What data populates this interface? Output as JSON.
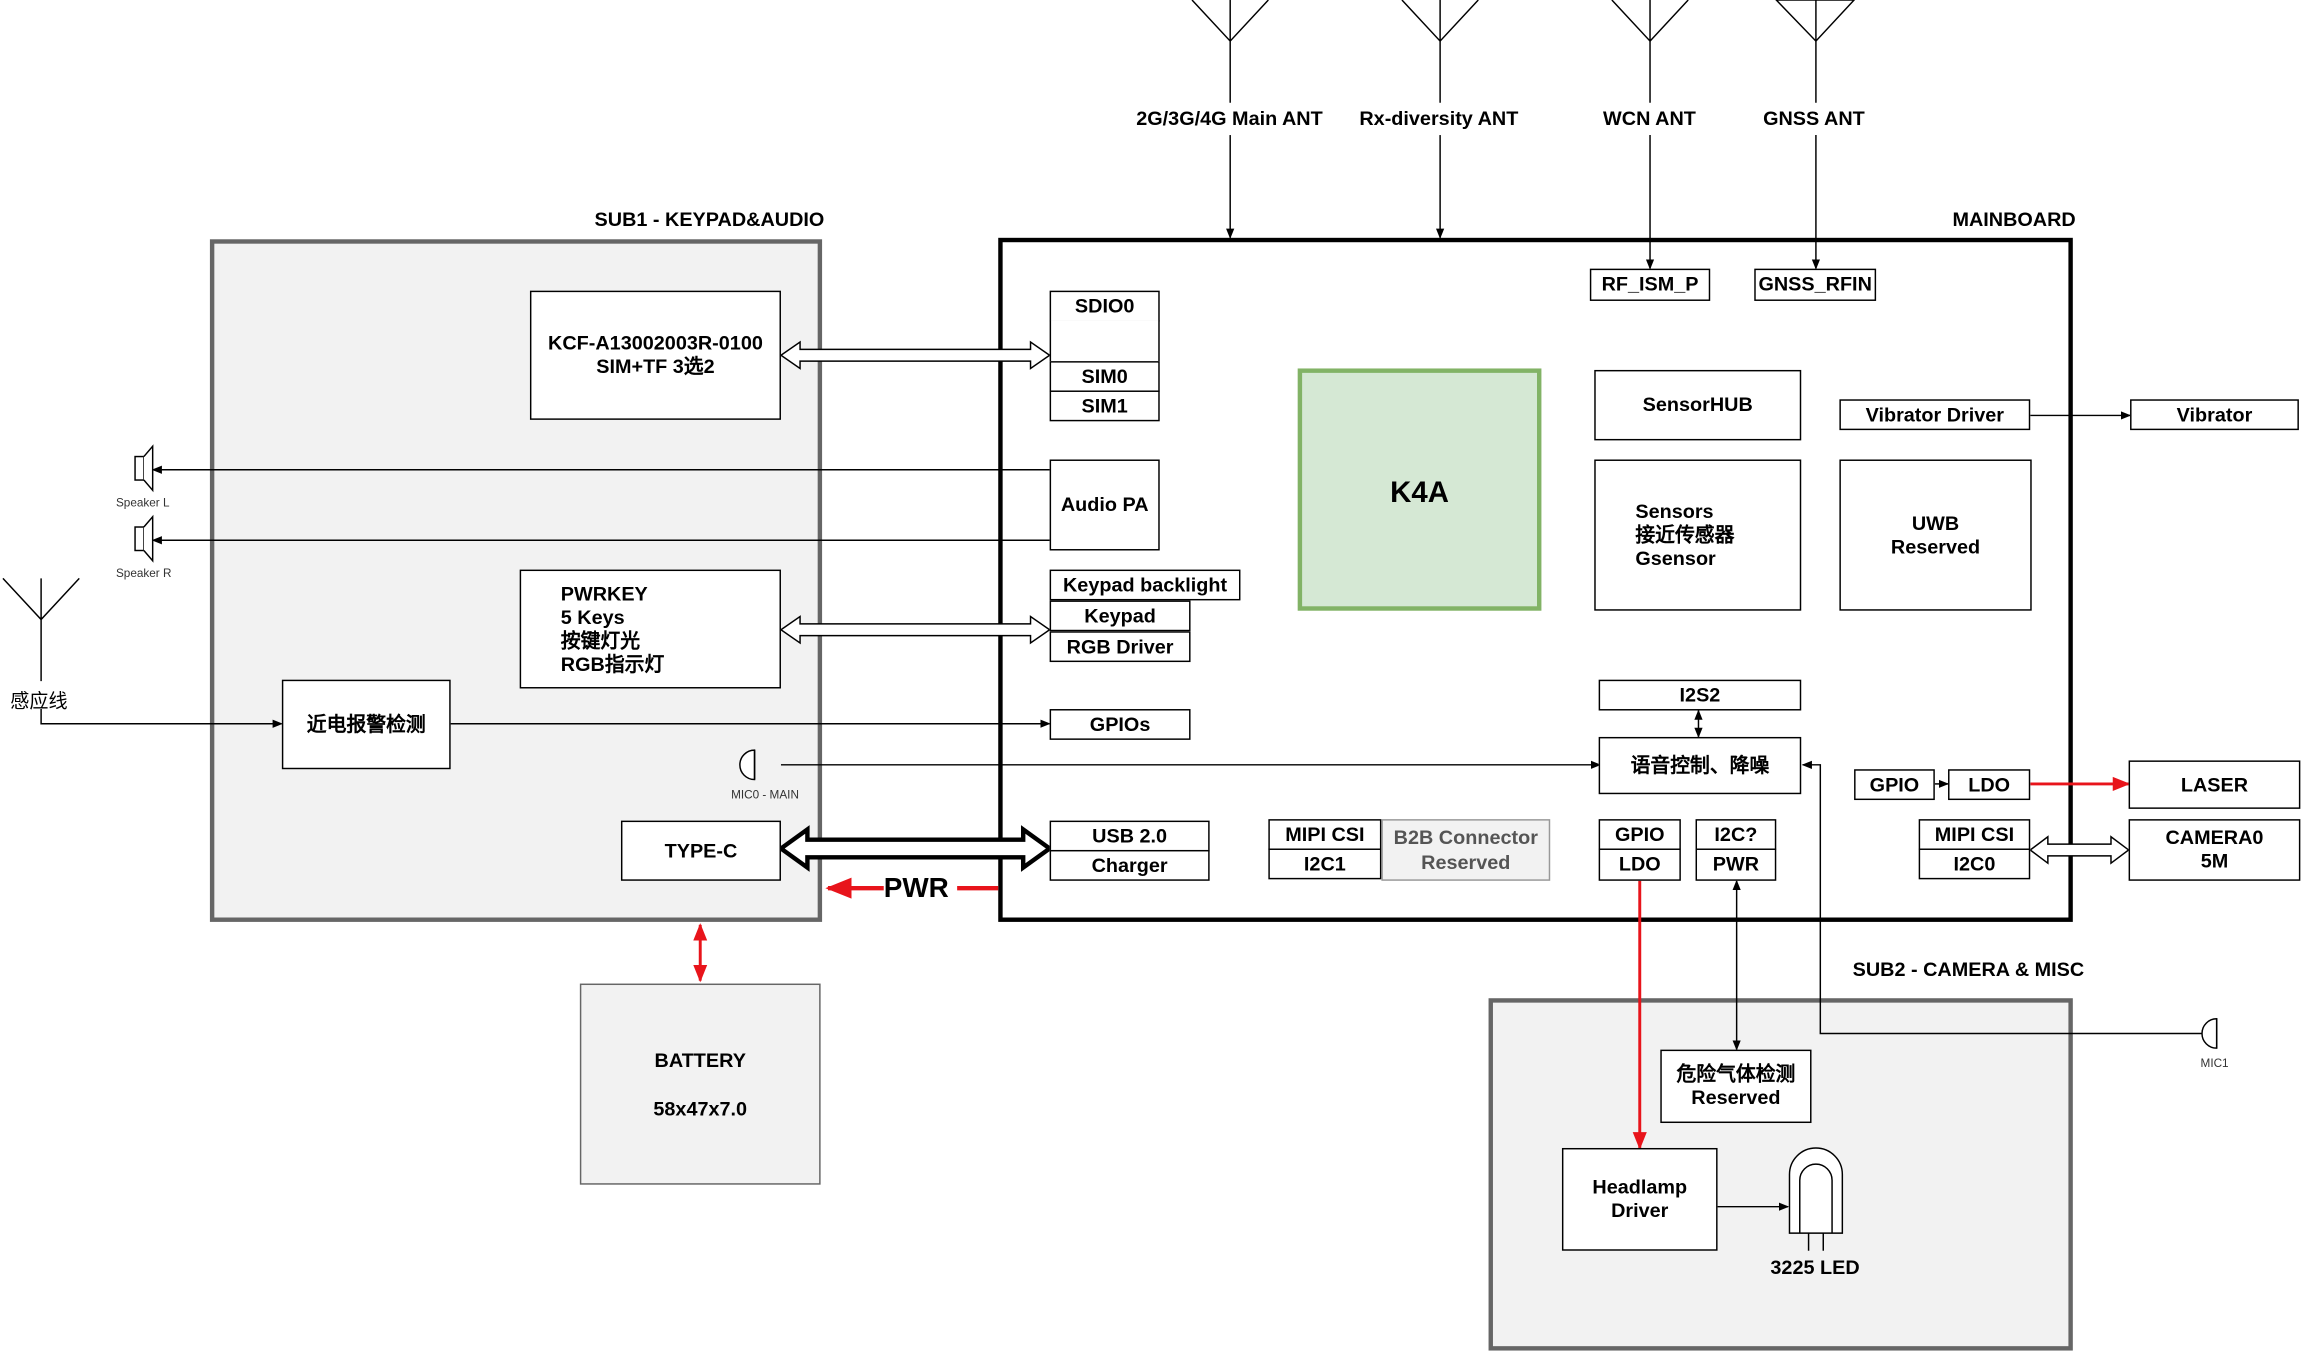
{
  "antennas": {
    "main": "2G/3G/4G Main ANT",
    "rxdiv": "Rx-diversity ANT",
    "wcn": "WCN ANT",
    "gnss": "GNSS ANT"
  },
  "regions": {
    "sub1": "SUB1 - KEYPAD&AUDIO",
    "mainboard": "MAINBOARD",
    "sub2": "SUB2 - CAMERA & MISC"
  },
  "sub1": {
    "sim_block": "KCF-A13002003R-0100\nSIM+TF 3选2",
    "keys_block": "PWRKEY\n5 Keys\n按键灯光\nRGB指示灯",
    "alarm": "近电报警检测",
    "typec": "TYPE-C"
  },
  "externals": {
    "speaker_l": "Speaker L",
    "speaker_r": "Speaker R",
    "sense_wire": "感应线",
    "mic0": "MIC0 - MAIN",
    "mic1": "MIC1",
    "battery": "BATTERY",
    "battery_size": "58x47x7.0",
    "vibrator": "Vibrator",
    "laser": "LASER",
    "camera": "CAMERA0\n5M",
    "led": "3225 LED",
    "pwr": "PWR"
  },
  "mainboard": {
    "sdio0": "SDIO0",
    "sim0": "SIM0",
    "sim1": "SIM1",
    "audio_pa": "Audio PA",
    "keypad_backlight": "Keypad backlight",
    "keypad": "Keypad",
    "rgb_driver": "RGB Driver",
    "gpios": "GPIOs",
    "usb": "USB 2.0",
    "charger": "Charger",
    "mipi_csi_left": "MIPI CSI",
    "i2c1": "I2C1",
    "b2b": "B2B Connector\nReserved",
    "k4a": "K4A",
    "rf_ism": "RF_ISM_P",
    "gnss_rfin": "GNSS_RFIN",
    "sensorhub": "SensorHUB",
    "sensors": "Sensors\n接近传感器\nGsensor",
    "vibrator_driver": "Vibrator Driver",
    "uwb": "UWB\nReserved",
    "i2s2": "I2S2",
    "voice": "语音控制、降噪",
    "gpio_laser": "GPIO",
    "ldo_laser": "LDO",
    "mipi_csi_right": "MIPI CSI",
    "i2c0": "I2C0",
    "gpio_bottom": "GPIO",
    "ldo_bottom": "LDO",
    "i2c_q": "I2C?",
    "pwr_bottom": "PWR"
  },
  "sub2": {
    "gas": "危险气体检测\nReserved",
    "headlamp": "Headlamp\nDriver"
  },
  "colors": {
    "power_arrow": "#e8141b",
    "k4a_fill": "#d5e8d4",
    "k4a_border": "#82b366",
    "zone_fill": "#f2f2f2",
    "zone_border": "#666666"
  }
}
